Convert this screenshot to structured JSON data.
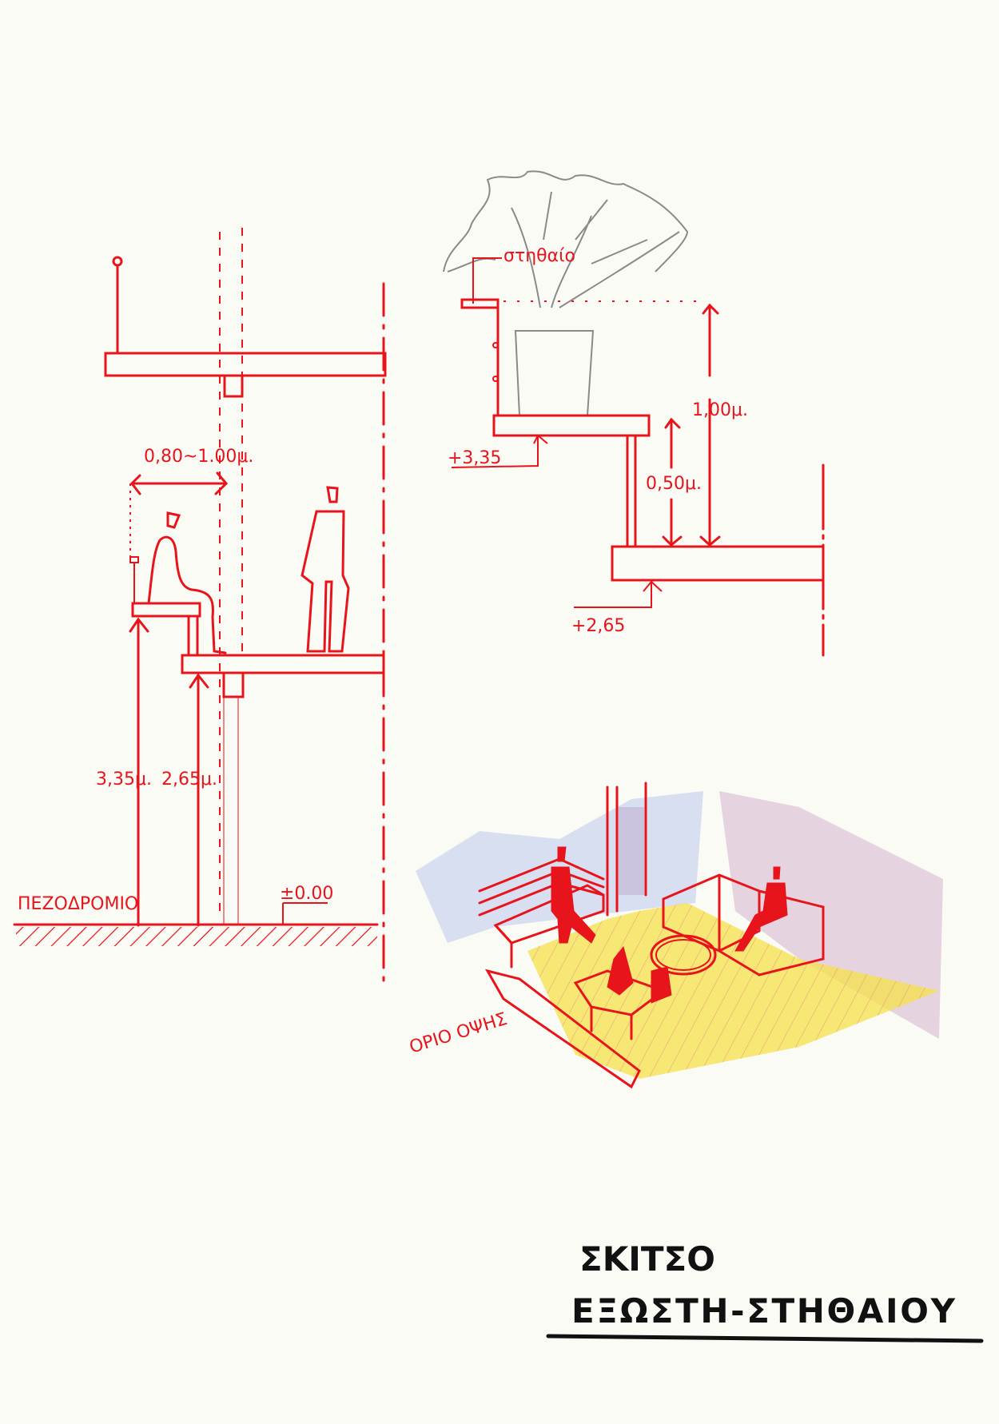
{
  "colors": {
    "ink_red": "#e8141c",
    "paper": "#fbfbf6",
    "pencil_gray": "#8a8a8a",
    "floor_yellow": "#f6e04a",
    "wall_blue": "#c9d3ee",
    "wall_pink": "#dcc3d6",
    "title_black": "#111111"
  },
  "left_section": {
    "width_dimension": "0,80~1.00μ.",
    "height_a": "3,35μ.",
    "height_b": "2,65μ.",
    "ground_level": "±0.00",
    "sidewalk_label": "ΠΕΖΟΔΡΟΜΙΟ"
  },
  "right_section": {
    "parapet_label": "στηθαίο",
    "upper_level": "+3,35",
    "lower_level": "+2,65",
    "height_total": "1,00μ.",
    "height_step": "0,50μ."
  },
  "perspective": {
    "view_limit_label": "ΟΡΙΟ ΟΨΗΣ"
  },
  "title": {
    "line1": "ΣΚΙΤΣΟ",
    "line2": "ΕΞΩΣΤΗ-ΣΤΗΘΑΙΟΥ"
  }
}
